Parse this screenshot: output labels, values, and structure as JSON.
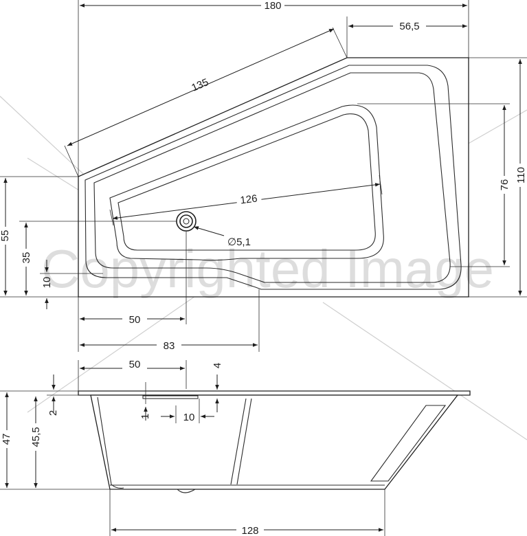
{
  "watermark": "Copyrighted Image",
  "top_view": {
    "dim_total_width": "180",
    "dim_short_top": "56,5",
    "dim_slanted_side": "135",
    "dim_inner_length": "126",
    "dim_right_height": "110",
    "dim_inner_right_height": "76",
    "dim_left_height": "55",
    "dim_drain_height": "35",
    "dim_step_height": "10",
    "dim_drain_offset": "50",
    "dim_step_offset": "83",
    "dim_drain_diameter": "∅5,1"
  },
  "side_view": {
    "dim_drain_offset": "50",
    "dim_top_gap": "4",
    "dim_rim": "2",
    "dim_step": "1",
    "dim_step_width": "10",
    "dim_total_height": "47",
    "dim_inner_height": "45,5",
    "dim_bottom_length": "128"
  }
}
